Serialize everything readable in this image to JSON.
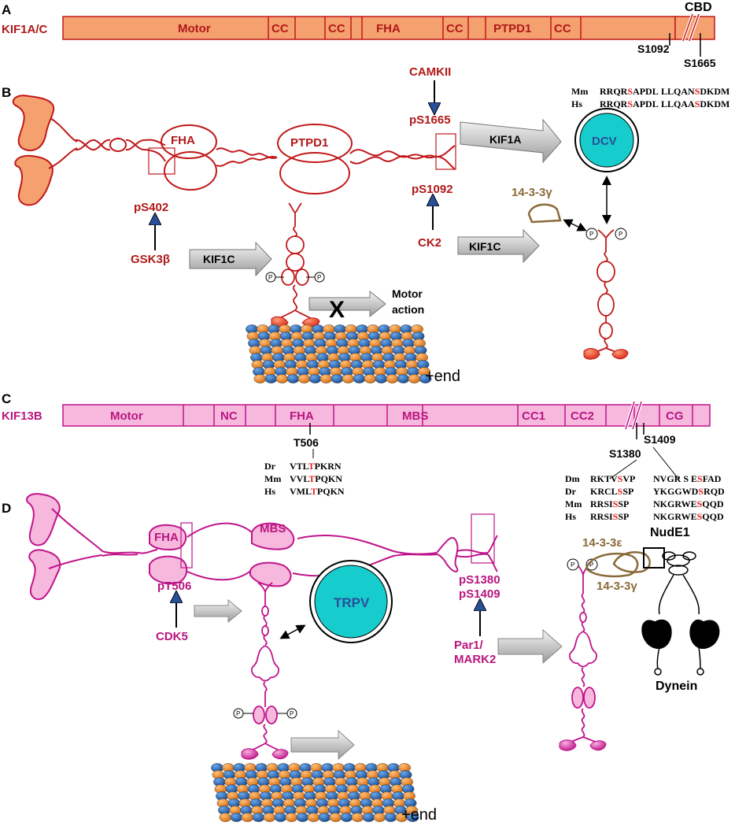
{
  "panels": {
    "a": "A",
    "b": "B",
    "c": "C",
    "d": "D"
  },
  "kif1": {
    "name": "KIF1A/C",
    "domains": [
      "Motor",
      "CC",
      "CC",
      "FHA",
      "CC",
      "PTPD1",
      "CC"
    ],
    "cbd": "CBD",
    "sites": [
      "S1092",
      "S1665"
    ],
    "seq": {
      "mm": {
        "species": "Mm",
        "s1092": [
          "RRQR",
          "S",
          "APDL"
        ],
        "s1665": [
          "LLQAN",
          "S",
          "DKDM"
        ]
      },
      "hs": {
        "species": "Hs",
        "s1092": [
          "RRQR",
          "S",
          "APDL"
        ],
        "s1665": [
          "LLQAA",
          "S",
          "DKDM"
        ]
      }
    }
  },
  "panelB": {
    "fha": "FHA",
    "ptpd1": "PTPD1",
    "camkii": "CAMKII",
    "ps1665": "pS1665",
    "ps1092": "pS1092",
    "kif1a": "KIF1A",
    "dcv": "DCV",
    "ps402": "pS402",
    "gsk": "GSK3β",
    "kif1c": "KIF1C",
    "ck2": "CK2",
    "kif1c2": "KIF1C",
    "protein1433": "14-3-3γ",
    "x": "X",
    "motor_action": [
      "Motor",
      "action"
    ],
    "end": "+end",
    "p": "P"
  },
  "kif13": {
    "name": "KIF13B",
    "domains": [
      "Motor",
      "NC",
      "FHA",
      "MBS",
      "CC1",
      "CC2",
      "CG"
    ],
    "sites": [
      "T506",
      "S1409",
      "S1380"
    ],
    "t506": [
      {
        "sp": "Dr",
        "seq": [
          "VTL",
          "T",
          "PKRN"
        ]
      },
      {
        "sp": "Mm",
        "seq": [
          "VVL",
          "T",
          "PQKN"
        ]
      },
      {
        "sp": "Hs",
        "seq": [
          "VML",
          "T",
          "PQKN"
        ]
      }
    ],
    "s13": [
      {
        "sp": "Dm",
        "a": [
          "RKTV",
          "S",
          "VP"
        ],
        "b": [
          "NVGR S E",
          "S",
          "FAD"
        ]
      },
      {
        "sp": "Dr",
        "a": [
          "KRCL",
          "S",
          "SP"
        ],
        "b": [
          "YKGGWD",
          "S",
          "RQD"
        ]
      },
      {
        "sp": "Mm",
        "a": [
          "RRSI",
          "S",
          "SP"
        ],
        "b": [
          "NKGRWE",
          "S",
          "QQD"
        ]
      },
      {
        "sp": "Hs",
        "a": [
          "RRSI",
          "S",
          "SP"
        ],
        "b": [
          "NKGRWE",
          "S",
          "QQD"
        ]
      }
    ]
  },
  "panelD": {
    "fha": "FHA",
    "mbs": "MBS",
    "pt506": "pT506",
    "cdk5": "CDK5",
    "trpv": "TRPV",
    "ps1380": "pS1380",
    "ps1409": "pS1409",
    "par1": "Par1/",
    "mark2": "MARK2",
    "nude1": "NudE1",
    "e1433": "14-3-3ε",
    "g1433": "14-3-3γ",
    "dynein": "Dynein",
    "end": "+end",
    "p": "P"
  },
  "colors": {
    "kif1_fill": "#f5a16f",
    "kif1_stroke": "#c0181a",
    "kif13_fill": "#f7b8de",
    "kif13_stroke": "#c0148a",
    "dcv": "#16cccc",
    "mt_blue": "#1f63b3",
    "mt_orange": "#f08a2c",
    "brown": "#8a6a3a"
  }
}
